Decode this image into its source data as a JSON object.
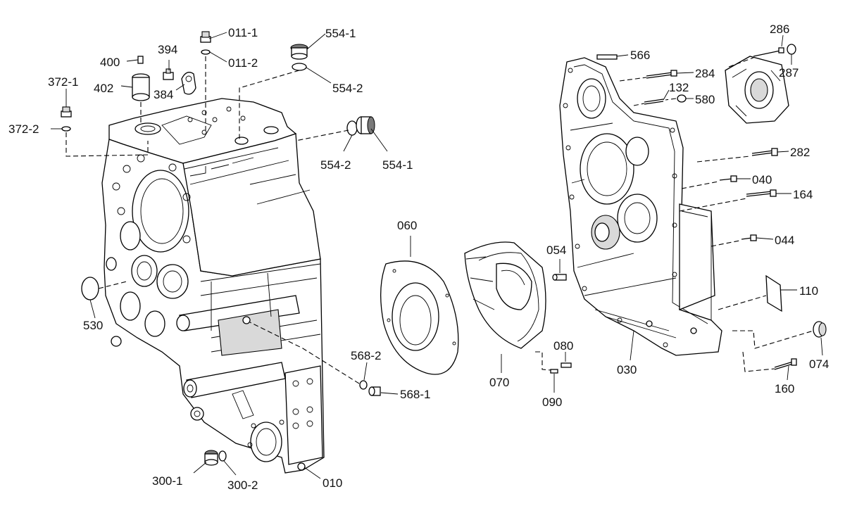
{
  "callouts": [
    {
      "id": "c011_1",
      "text": "011-1"
    },
    {
      "id": "c011_2",
      "text": "011-2"
    },
    {
      "id": "c554_1a",
      "text": "554-1"
    },
    {
      "id": "c554_2a",
      "text": "554-2"
    },
    {
      "id": "c400",
      "text": "400"
    },
    {
      "id": "c394",
      "text": "394"
    },
    {
      "id": "c402",
      "text": "402"
    },
    {
      "id": "c384",
      "text": "384"
    },
    {
      "id": "c372_1",
      "text": "372-1"
    },
    {
      "id": "c372_2",
      "text": "372-2"
    },
    {
      "id": "c554_2b",
      "text": "554-2"
    },
    {
      "id": "c554_1b",
      "text": "554-1"
    },
    {
      "id": "c060",
      "text": "060"
    },
    {
      "id": "c054",
      "text": "054"
    },
    {
      "id": "c530",
      "text": "530"
    },
    {
      "id": "c568_2",
      "text": "568-2"
    },
    {
      "id": "c568_1",
      "text": "568-1"
    },
    {
      "id": "c070",
      "text": "070"
    },
    {
      "id": "c080",
      "text": "080"
    },
    {
      "id": "c090",
      "text": "090"
    },
    {
      "id": "c300_1",
      "text": "300-1"
    },
    {
      "id": "c300_2",
      "text": "300-2"
    },
    {
      "id": "c010",
      "text": "010"
    },
    {
      "id": "c286",
      "text": "286"
    },
    {
      "id": "c287",
      "text": "287"
    },
    {
      "id": "c566",
      "text": "566"
    },
    {
      "id": "c284",
      "text": "284"
    },
    {
      "id": "c132",
      "text": "132"
    },
    {
      "id": "c580",
      "text": "580"
    },
    {
      "id": "c282",
      "text": "282"
    },
    {
      "id": "c040",
      "text": "040"
    },
    {
      "id": "c164",
      "text": "164"
    },
    {
      "id": "c044",
      "text": "044"
    },
    {
      "id": "c110",
      "text": "110"
    },
    {
      "id": "c030",
      "text": "030"
    },
    {
      "id": "c074",
      "text": "074"
    },
    {
      "id": "c160",
      "text": "160"
    }
  ]
}
